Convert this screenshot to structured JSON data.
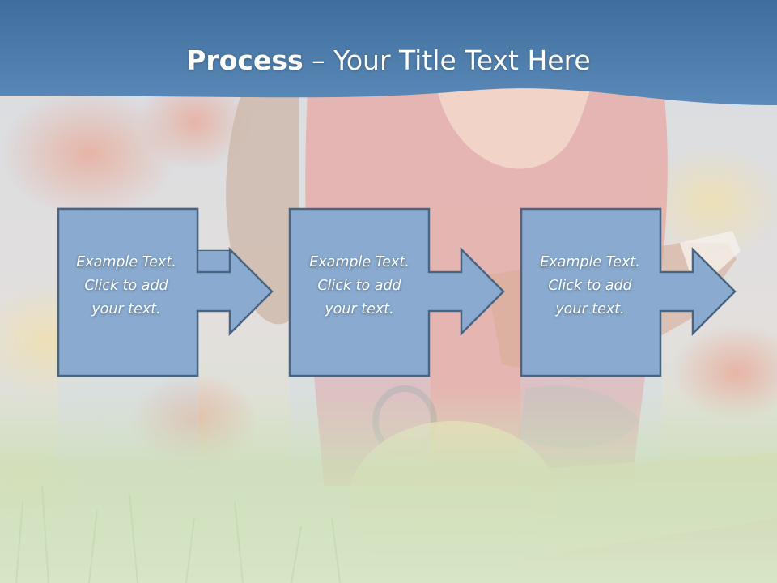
{
  "title": {
    "bold": "Process",
    "rest": " – Your Title Text Here"
  },
  "steps": [
    {
      "line1": "Example Text.",
      "line2": "Click  to add",
      "line3": "your text."
    },
    {
      "line1": "Example Text.",
      "line2": "Click  to add",
      "line3": "your text."
    },
    {
      "line1": "Example Text.",
      "line2": "Click  to add",
      "line3": "your text."
    }
  ],
  "colors": {
    "header_blue": "#4f7fae",
    "box_fill": "#8aabcf",
    "box_stroke": "#4a6581"
  }
}
